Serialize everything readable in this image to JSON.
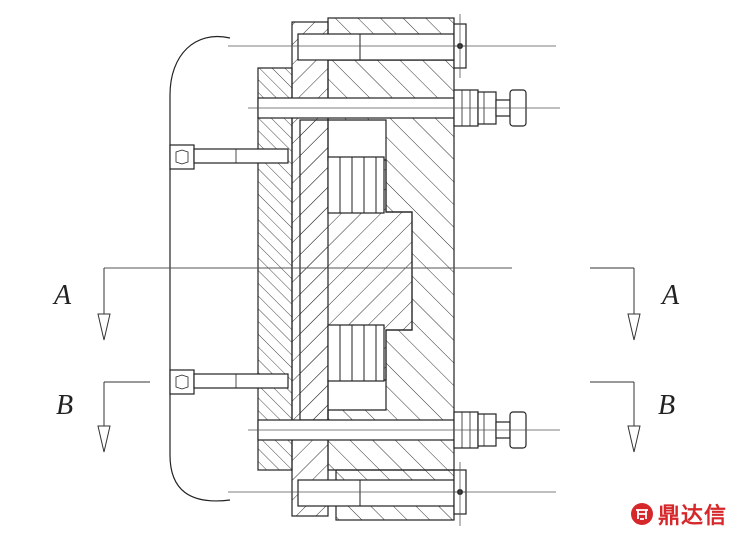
{
  "section_labels": {
    "a_left": "A",
    "a_right": "A",
    "b_left": "B",
    "b_right": "B"
  },
  "watermark": {
    "text": "鼎达信",
    "color": "#d6282b",
    "icon": "ddx-logo-icon"
  },
  "colors": {
    "line": "#222222",
    "centerline": "#555555",
    "hatch": "#333333"
  }
}
